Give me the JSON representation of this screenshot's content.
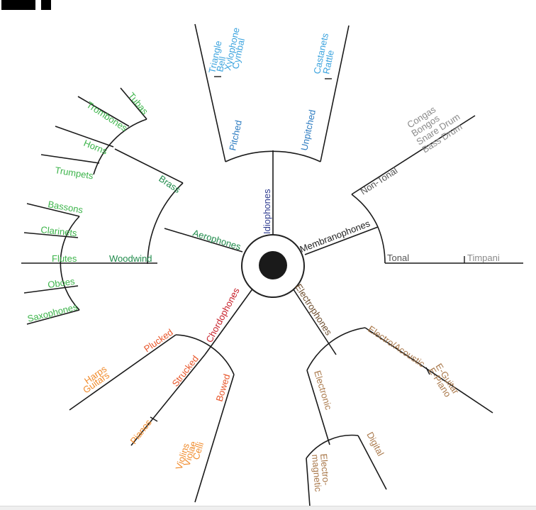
{
  "colors": {
    "aerophones": "#1e8a4a",
    "leaf_green": "#3cb44a",
    "idiophones": "#2e3b8f",
    "pitched": "#2a7ac0",
    "leaf_blue": "#3ba3de",
    "membranophones": "#222222",
    "leaf_grey": "#8a8a8a",
    "electrophones": "#6b4a2a",
    "leaf_brown": "#a9784a",
    "chordophones": "#c8202a",
    "sub_orange": "#e8562a",
    "leaf_orange": "#f08a2a"
  },
  "center_icon": "black-circle-hub",
  "labels": {
    "aerophones": "Aerophones",
    "brass": "Brass",
    "woodwind": "Woodwind",
    "tubas": "Tubas",
    "trombones": "Trombones",
    "horns": "Horns",
    "trumpets": "Trumpets",
    "bassons": "Bassons",
    "clarinets": "Clarinets",
    "flutes": "Flutes",
    "oboes": "Oboes",
    "saxophones": "Saxophones",
    "idiophones": "Idiophones",
    "pitched": "Pitched",
    "unpitched": "Unpitched",
    "triangle": "Triangle",
    "bell": "Bell",
    "xylophone": "Xylophone",
    "cymbal": "Cymbal",
    "castanets": "Castanets",
    "rattle": "Rattle",
    "membranophones": "Membranophones",
    "non_tonal": "Non-Tonal",
    "tonal": "Tonal",
    "timpani": "Timpani",
    "congas": "Congas",
    "bongos": "Bongos",
    "snare_drum": "Snare Drum",
    "bass_drum": "Bass Drum",
    "electrophones": "Electrophones",
    "electro_acoustic": "Electro/Acoustic",
    "electronic": "Electronic",
    "e_guitar": "E-Guitar",
    "e_piano": "E-Piano",
    "digital": "Digital",
    "electro_1": "Electro-",
    "electro_2": "magnetic",
    "chordophones": "Chordophones",
    "plucked": "Plucked",
    "strucked": "Strucked",
    "bowed": "Bowed",
    "harps": "Harps",
    "guitars": "Guitars",
    "pianos": "Pianos",
    "violins": "Violins",
    "violae": "Violae",
    "celli": "Celli"
  }
}
